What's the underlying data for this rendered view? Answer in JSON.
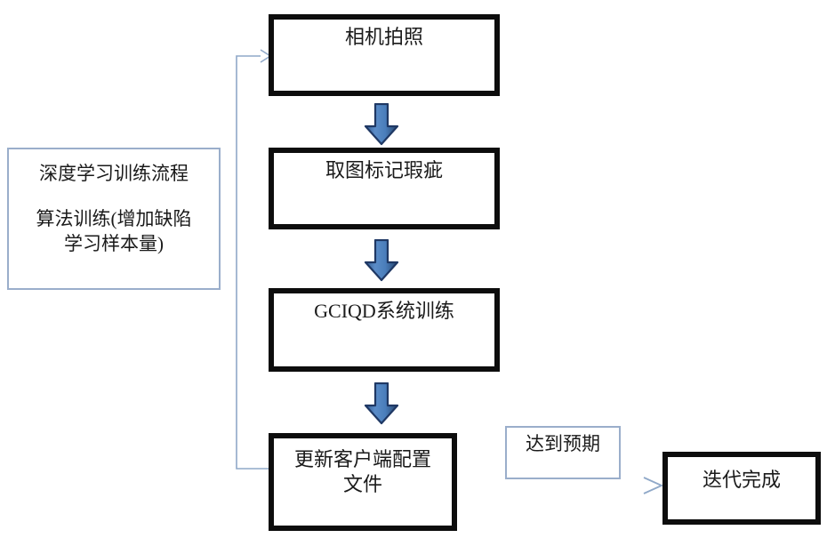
{
  "diagram": {
    "title": "深度学习训练流程",
    "nodes": {
      "capture": {
        "label": "相机拍照"
      },
      "mark": {
        "label": "取图标记瑕疵"
      },
      "train": {
        "label": "GCIQD系统训练"
      },
      "update": {
        "label": "更新客户端配置\n文件"
      },
      "expect": {
        "label": "达到预期"
      },
      "done": {
        "label": "迭代完成"
      },
      "note": {
        "heading": "深度学习训练流程",
        "body": "算法训练(增加缺陷\n学习样本量)"
      }
    },
    "arrows": {
      "capture_to_mark": "down-block-arrow",
      "mark_to_train": "down-block-arrow",
      "train_to_update": "down-block-arrow",
      "update_to_done": "right-line-arrow",
      "update_feedback_to_capture": "feedback-line-arrow"
    },
    "colors": {
      "node_border_thick": "#0d0d0d",
      "node_border_thin": "#9aaecb",
      "block_arrow_fill": "#4a7ebb",
      "block_arrow_stroke": "#1f3864",
      "connector_line": "#8fa8c8",
      "text": "#1a1a1a",
      "background": "#ffffff"
    }
  }
}
